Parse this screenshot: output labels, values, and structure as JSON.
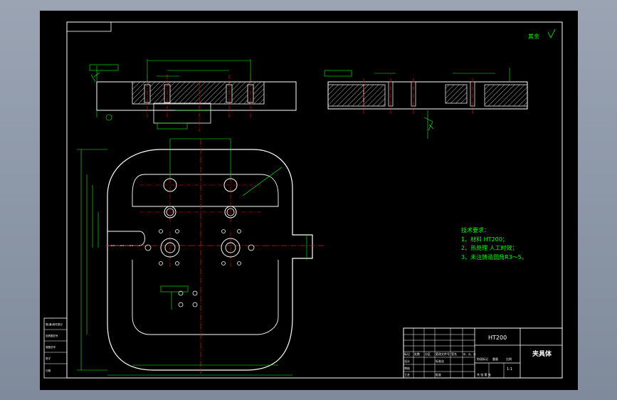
{
  "drawing": {
    "roughness_label": "其余",
    "material": "HT200",
    "part_name": "夹具体",
    "scale": "1:1",
    "tech_requirements": {
      "title": "技术要求：",
      "items": [
        "1、材料 HT200；",
        "2、热处理  人工时效；",
        "3、未注铸造圆角R3～5。"
      ]
    },
    "title_block": {
      "mark": "标记",
      "qty": "处数",
      "zone": "分区",
      "doc_no": "更改文件号",
      "sign": "签名",
      "date": "年、月、日",
      "designer": "设计",
      "standardize": "标准化",
      "reviewer": "审核",
      "craft": "工艺",
      "approve": "批准",
      "stage_mark": "阶段标记",
      "weight": "重量",
      "scale_label": "比例",
      "sheets": "共  张  第  张"
    },
    "side_block": [
      "借(通)用件登记",
      "旧底图总号",
      "底图总号",
      "签字",
      "日期"
    ]
  },
  "colors": {
    "background": "#000000",
    "outline": "#ffffff",
    "dimension": "#00ff00",
    "centerline": "#ff0000",
    "hatch": "#ffffff",
    "viewport": "#8d98a8"
  }
}
